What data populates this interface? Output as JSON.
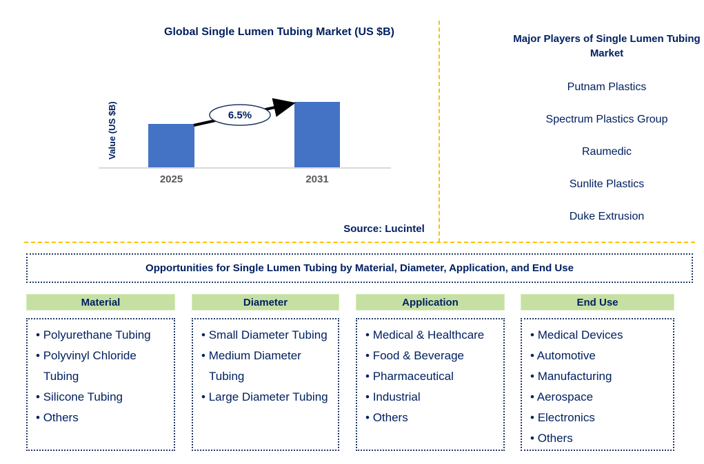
{
  "chart": {
    "title": "Global Single Lumen Tubing Market (US $B)",
    "y_axis_label": "Value (US $B)",
    "growth_label": "6.5%",
    "source": "Source: Lucintel"
  },
  "chart_data": {
    "type": "bar",
    "title": "Global Single Lumen Tubing Market (US $B)",
    "categories": [
      "2025",
      "2031"
    ],
    "values_relative": [
      0.66,
      1.0
    ],
    "value_labels_shown": false,
    "annotation": "6.5%",
    "ylabel": "Value (US $B)",
    "xlabel": "",
    "grid": false,
    "legend": false,
    "bar_color": "#4472C4",
    "source": "Source: Lucintel"
  },
  "major_players": {
    "title": "Major Players of Single Lumen Tubing Market",
    "players": [
      "Putnam Plastics",
      "Spectrum Plastics Group",
      "Raumedic",
      "Sunlite Plastics",
      "Duke Extrusion"
    ]
  },
  "opportunities": {
    "title": "Opportunities for Single Lumen Tubing by Material, Diameter, Application, and End Use",
    "columns": [
      {
        "header": "Material",
        "items": [
          "Polyurethane Tubing",
          "Polyvinyl Chloride\nTubing",
          "Silicone Tubing",
          "Others"
        ]
      },
      {
        "header": "Diameter",
        "items": [
          "Small Diameter Tubing",
          "Medium Diameter\nTubing",
          "Large Diameter Tubing"
        ]
      },
      {
        "header": "Application",
        "items": [
          "Medical & Healthcare",
          "Food & Beverage",
          "Pharmaceutical",
          "Industrial",
          "Others"
        ]
      },
      {
        "header": "End Use",
        "items": [
          "Medical Devices",
          "Automotive",
          "Manufacturing",
          "Aerospace",
          "Electronics",
          "Others"
        ]
      }
    ]
  },
  "colors": {
    "navy_text": "#002060",
    "border_navy": "#1F3864",
    "bar_blue": "#4472C4",
    "header_green": "#C6E0A3",
    "divider_yellow": "#FFC000",
    "axis_label_gray": "#595959",
    "axis_line_gray": "#D9D9D9"
  }
}
